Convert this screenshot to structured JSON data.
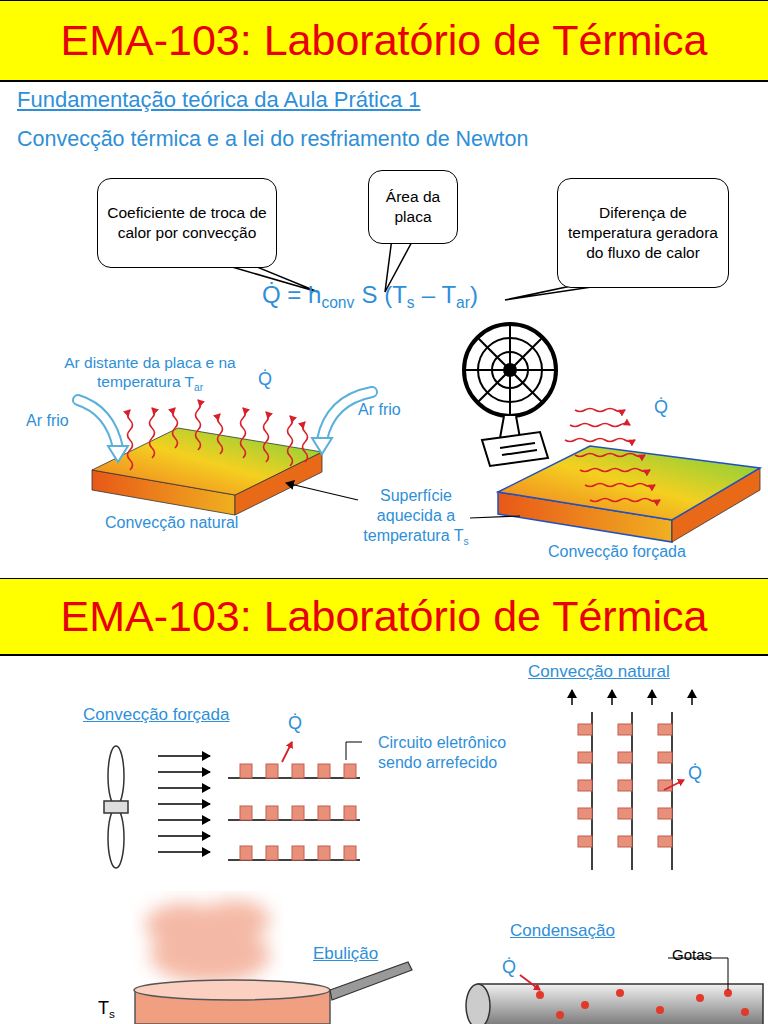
{
  "diagram": {
    "nodes": [
      {
        "text": [
          "EMA-103: Laboratório de Térmica"
        ]
      },
      {
        "text": [
          "Coeficiente de troca de calor por convecção"
        ]
      },
      {
        "text": [
          "Área da placa"
        ]
      },
      {
        "text": [
          "Diferença de temperatura geradora do fluxo de calor"
        ]
      },
      {
        "text": [
          "EMA-103: Laboratório de Térmica"
        ]
      }
    ],
    "labels": [
      "Fundamentação teórica da Aula Prática 1",
      "Convecção térmica e a lei do resfriamento de Newton",
      "Q̇ = h",
      "conv",
      "S (T",
      "s",
      "– T",
      "ar",
      ")",
      "Ar distante da placa e na temperatura T",
      "ar",
      "Q̇",
      "Ar frio",
      "Ar frio",
      "Convecção natural",
      "Superfície aquecida a temperatura T",
      "s",
      "Q̇",
      "Convecção forçada",
      "Convecção forçada",
      "Q̇",
      "Circuito eletrônico sendo arrefecido",
      "Convecção natural",
      "Q̇",
      "Ebulição",
      "T",
      "s",
      "Condensação",
      "Q̇",
      "Gotas"
    ]
  }
}
